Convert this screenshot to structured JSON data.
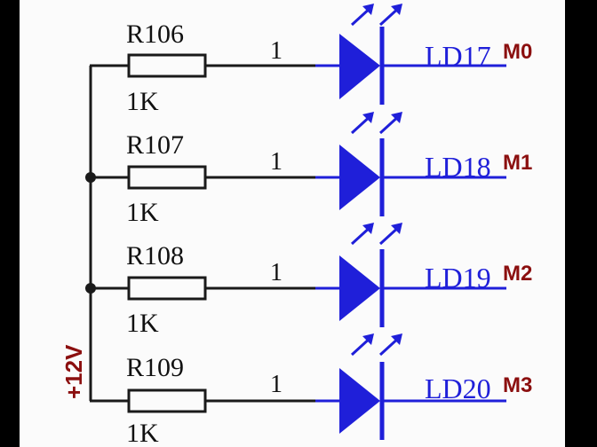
{
  "supply_label": "+12V",
  "channels": [
    {
      "resistor": "R106",
      "value": "1K",
      "pin": "1",
      "led": "LD17",
      "net": "M0"
    },
    {
      "resistor": "R107",
      "value": "1K",
      "pin": "1",
      "led": "LD18",
      "net": "M1"
    },
    {
      "resistor": "R108",
      "value": "1K",
      "pin": "1",
      "led": "LD19",
      "net": "M2"
    },
    {
      "resistor": "R109",
      "value": "1K",
      "pin": "1",
      "led": "LD20",
      "net": "M3"
    }
  ],
  "colors": {
    "wire": "#1a1a1a",
    "component": "#1f1fd9",
    "net_label": "#8b0f0f",
    "text": "#111111",
    "paper": "#fbfbfb",
    "frame": "#000000"
  }
}
